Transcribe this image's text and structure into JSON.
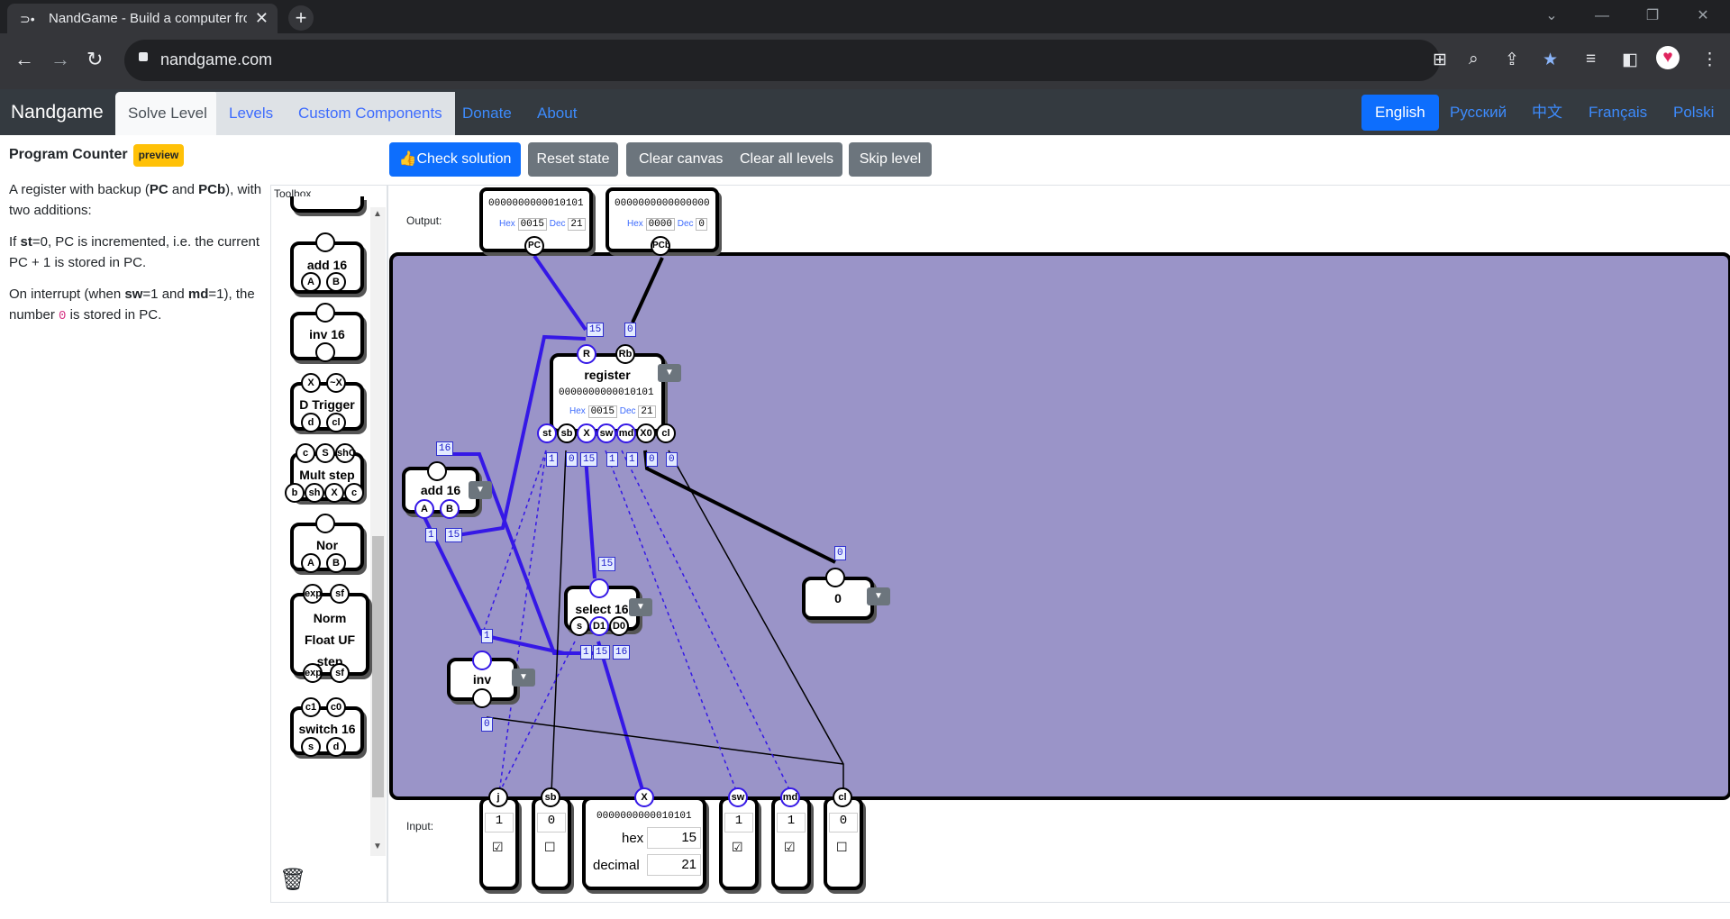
{
  "browser": {
    "tab_title": "NandGame - Build a computer from scratch",
    "url": "nandgame.com"
  },
  "app": {
    "brand": "Nandgame",
    "nav": [
      "Solve Level",
      "Levels",
      "Custom Components",
      "Donate",
      "About"
    ],
    "languages": [
      "English",
      "Русский",
      "中文",
      "Français",
      "Polski"
    ]
  },
  "level": {
    "title": "Program Counter",
    "badge": "preview",
    "p1_a": "A register with backup (",
    "p1_pc": "PC",
    "p1_and": " and ",
    "p1_pcb": "PCb",
    "p1_b": "), with two additions:",
    "p2_a": "If ",
    "p2_st": "st",
    "p2_b": "=0, PC is incremented, i.e. the current PC + 1 is stored in PC.",
    "p3_a": "On interrupt (when ",
    "p3_sw": "sw",
    "p3_b": "=1 and ",
    "p3_md": "md",
    "p3_c": "=1), the number ",
    "p3_zero": "0",
    "p3_d": " is stored in PC."
  },
  "buttons": {
    "check": "Check solution",
    "reset": "Reset state",
    "clear_canvas": "Clear canvas",
    "clear_all": "Clear all levels",
    "skip": "Skip level"
  },
  "toolbox": {
    "title": "Toolbox",
    "items": [
      "add 16",
      "inv 16",
      "D Trigger",
      "Mult step",
      "Nor",
      "Norm Float UF step",
      "switch 16"
    ],
    "pin_labels": {
      "add": [
        "A",
        "B"
      ],
      "dtrigger_top": [
        "X",
        "~X"
      ],
      "dtrigger_bottom": [
        "d",
        "cl"
      ],
      "mult_top": [
        "c",
        "S",
        "shO"
      ],
      "mult_bottom": [
        "b",
        "sh",
        "X",
        "c"
      ],
      "nor": [
        "A",
        "B"
      ],
      "norm_top": [
        "exp",
        "sf"
      ],
      "norm_bottom": [
        "exp",
        "sf"
      ],
      "switch_top": [
        "c1",
        "c0"
      ],
      "switch_bottom": [
        "s",
        "d"
      ]
    }
  },
  "canvas": {
    "output_label": "Output:",
    "input_label": "Input:",
    "outputs": [
      {
        "pin": "PC",
        "bits": "0000000000010101",
        "hex_label": "Hex",
        "hex": "0015",
        "dec_label": "Dec",
        "dec": "21"
      },
      {
        "pin": "PCb",
        "bits": "0000000000000000",
        "hex_label": "Hex",
        "hex": "0000",
        "dec_label": "Dec",
        "dec": "0"
      }
    ],
    "register": {
      "title": "register",
      "bits": "0000000000010101",
      "hex_label": "Hex",
      "hex": "0015",
      "dec_label": "Dec",
      "dec": "21",
      "out_pins": [
        "R",
        "Rb"
      ],
      "in_pins": [
        "st",
        "sb",
        "X",
        "sw",
        "md",
        "X0",
        "cl"
      ],
      "in_values": [
        "1",
        "0",
        "15",
        "1",
        "1",
        "0",
        "0"
      ],
      "out_values": [
        "15",
        "0"
      ]
    },
    "add16": {
      "title": "add 16",
      "pins": [
        "A",
        "B"
      ],
      "out_value": "16",
      "in_values": [
        "1",
        "15"
      ]
    },
    "select16": {
      "title": "select 16",
      "pins": [
        "s",
        "D1",
        "D0"
      ],
      "out_value": "15",
      "in_values": [
        "1",
        "15",
        "16"
      ]
    },
    "inv": {
      "title": "inv",
      "in_value": "0",
      "out_value": "1"
    },
    "const0": {
      "title": "0",
      "out_value": "0"
    },
    "inputs": [
      {
        "pin": "j",
        "value": "1",
        "checked": "☑"
      },
      {
        "pin": "sb",
        "value": "0",
        "checked": "☐"
      },
      {
        "pin": "X",
        "bits": "0000000000010101",
        "hex_label": "hex",
        "hex": "15",
        "dec_label": "decimal",
        "dec": "21"
      },
      {
        "pin": "sw",
        "value": "1",
        "checked": "☑"
      },
      {
        "pin": "md",
        "value": "1",
        "checked": "☑"
      },
      {
        "pin": "cl",
        "value": "0",
        "checked": "☐"
      }
    ]
  },
  "colors": {
    "canvas_bg": "#9a94c8",
    "wire_active": "#3518e6",
    "primary": "#0d6efd",
    "secondary": "#6c757d"
  }
}
